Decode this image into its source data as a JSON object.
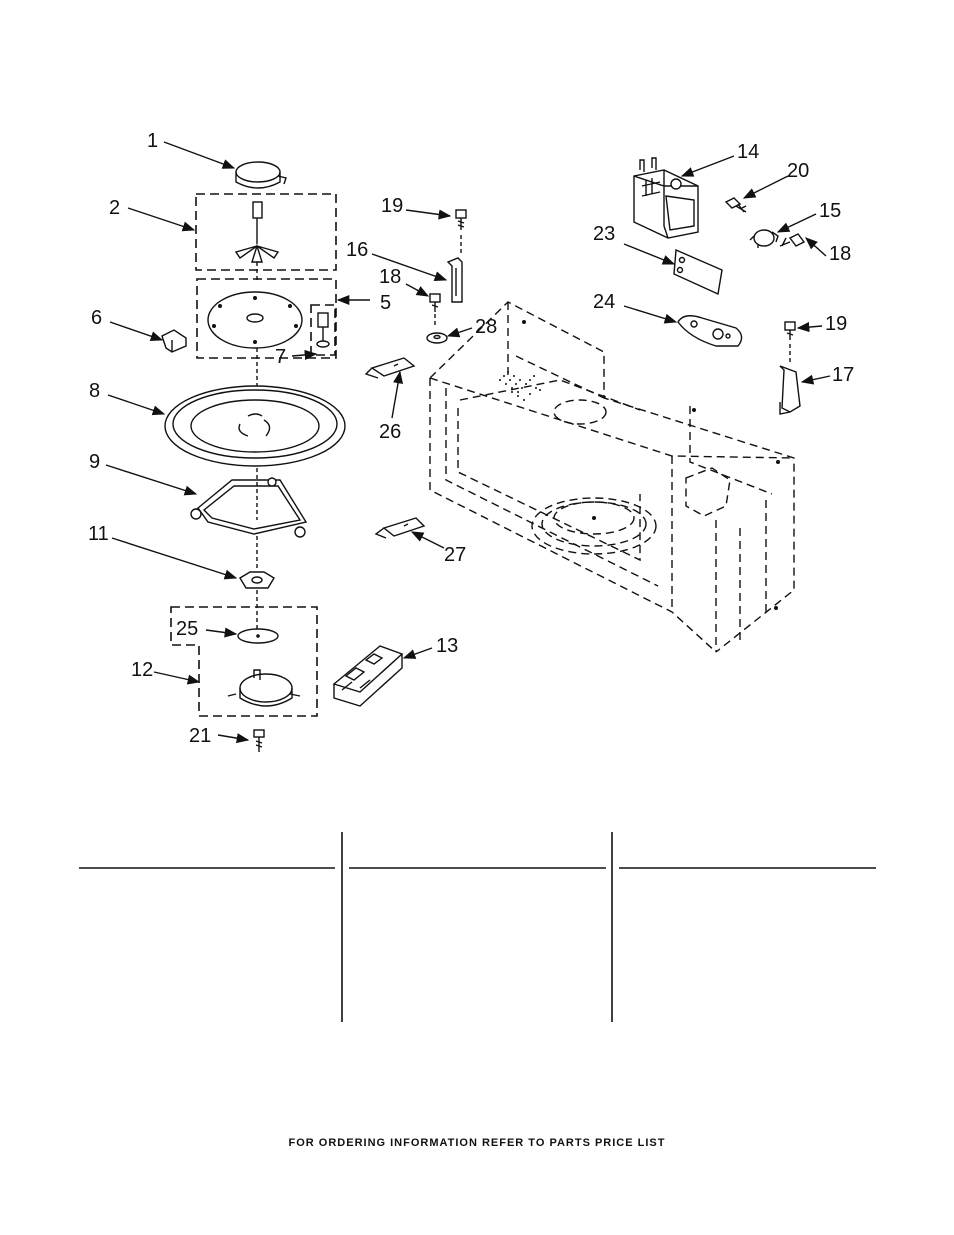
{
  "callouts": [
    {
      "id": "c1",
      "text": "1"
    },
    {
      "id": "c2",
      "text": "2"
    },
    {
      "id": "c5",
      "text": "5"
    },
    {
      "id": "c6",
      "text": "6"
    },
    {
      "id": "c7",
      "text": "7"
    },
    {
      "id": "c8",
      "text": "8"
    },
    {
      "id": "c9",
      "text": "9"
    },
    {
      "id": "c11",
      "text": "11"
    },
    {
      "id": "c12",
      "text": "12"
    },
    {
      "id": "c13",
      "text": "13"
    },
    {
      "id": "c14",
      "text": "14"
    },
    {
      "id": "c15",
      "text": "15"
    },
    {
      "id": "c16",
      "text": "16"
    },
    {
      "id": "c17",
      "text": "17"
    },
    {
      "id": "c18a",
      "text": "18"
    },
    {
      "id": "c18b",
      "text": "18"
    },
    {
      "id": "c19a",
      "text": "19"
    },
    {
      "id": "c19b",
      "text": "19"
    },
    {
      "id": "c20",
      "text": "20"
    },
    {
      "id": "c21",
      "text": "21"
    },
    {
      "id": "c23",
      "text": "23"
    },
    {
      "id": "c24",
      "text": "24"
    },
    {
      "id": "c25",
      "text": "25"
    },
    {
      "id": "c26",
      "text": "26"
    },
    {
      "id": "c27",
      "text": "27"
    },
    {
      "id": "c28",
      "text": "28"
    }
  ],
  "footer": {
    "text": "FOR ORDERING INFORMATION REFER TO PARTS PRICE LIST"
  }
}
